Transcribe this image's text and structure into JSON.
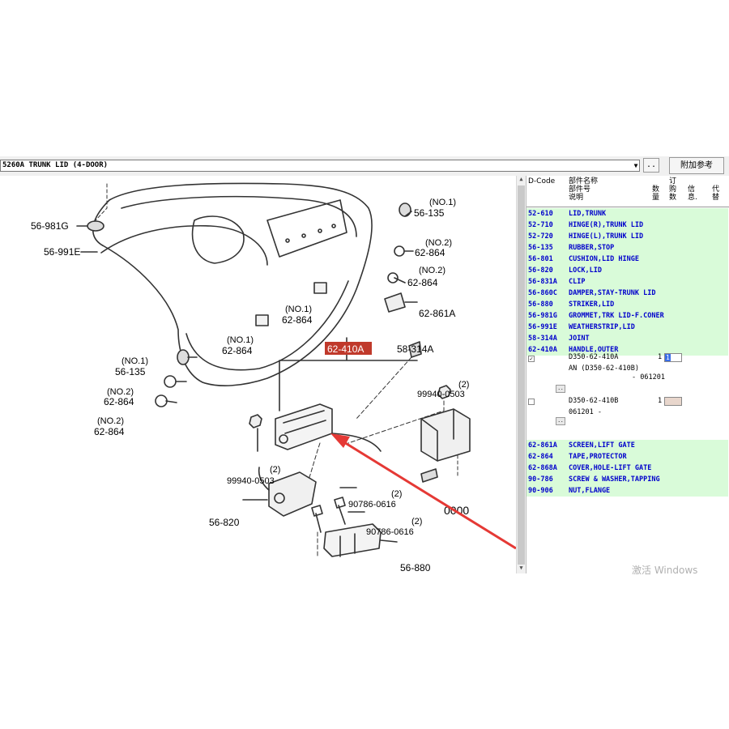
{
  "toolbar": {
    "title": "5260A  TRUNK LID (4-DOOR)",
    "ellipsis_label": "..",
    "ref_label": "附加参考"
  },
  "diagram": {
    "callouts": {
      "c56981g": "56-981G",
      "c56991e": "56-991E",
      "no1_a": "(NO.1)",
      "c56135_a": "56-135",
      "no2_a": "(NO.2)",
      "c62864_a": "62-864",
      "no2_b": "(NO.2)",
      "c62864_b": "62-864",
      "c62861a": "62-861A",
      "no1_b": "(NO.1)",
      "c62864_c": "62-864",
      "no1_c": "(NO.1)",
      "c62864_d": "62-864",
      "c62410a": "62-410A",
      "c58314a": "58-314A",
      "no1_d": "(NO.1)",
      "c56135_b": "56-135",
      "no2_c": "(NO.2)",
      "c62864_e": "62-864",
      "no2_d": "(NO.2)",
      "c62864_f": "62-864",
      "n2_a": "(2)",
      "c99940_a": "99940-0503",
      "n2_b": "(2)",
      "c99940_b": "99940-0503",
      "n2_c": "(2)",
      "c90786_a": "90786-0616",
      "n2_d": "(2)",
      "c90786_b": "90786-0616",
      "c56820": "56-820",
      "c56880": "56-880",
      "c0000": "0000"
    }
  },
  "table": {
    "headers": {
      "dcode": "D-Code",
      "name": "部件名称\n部件号\n说明",
      "qty": "数\n量",
      "order": "订\n购\n数",
      "info": "信\n息.",
      "sub": "代\n替"
    },
    "rows_top": [
      {
        "code": "52-610",
        "name": "LID,TRUNK"
      },
      {
        "code": "52-710",
        "name": "HINGE(R),TRUNK LID"
      },
      {
        "code": "52-720",
        "name": "HINGE(L),TRUNK LID"
      },
      {
        "code": "56-135",
        "name": "RUBBER,STOP"
      },
      {
        "code": "56-801",
        "name": "CUSHION,LID HINGE"
      },
      {
        "code": "56-820",
        "name": "LOCK,LID"
      },
      {
        "code": "56-831A",
        "name": "CLIP"
      },
      {
        "code": "56-860C",
        "name": "DAMPER,STAY-TRUNK LID"
      },
      {
        "code": "56-880",
        "name": "STRIKER,LID"
      },
      {
        "code": "56-981G",
        "name": "GROMMET,TRK LID-F.CONER"
      },
      {
        "code": "56-991E",
        "name": "WEATHERSTRIP,LID"
      },
      {
        "code": "58-314A",
        "name": "JOINT"
      },
      {
        "code": "62-410A",
        "name": "HANDLE,OUTER"
      }
    ],
    "detail": {
      "part1": "D350-62-410A",
      "qty1": "1",
      "input1": "1",
      "note1a": "AN  (D350-62-410B)",
      "note1b": "-  061201",
      "btn": "..",
      "part2": "D350-62-410B",
      "qty2": "1",
      "note2": "061201   -",
      "check_mark": "✓"
    },
    "rows_bottom": [
      {
        "code": "62-861A",
        "name": "SCREEN,LIFT GATE"
      },
      {
        "code": "62-864",
        "name": "TAPE,PROTECTOR"
      },
      {
        "code": "62-868A",
        "name": "COVER,HOLE-LIFT GATE"
      },
      {
        "code": "90-786",
        "name": "SCREW & WASHER,TAPPING"
      },
      {
        "code": "90-906",
        "name": "NUT,FLANGE"
      }
    ]
  },
  "watermark": "激活 Windows",
  "colors": {
    "row_green": "#d9fbd9",
    "code_blue": "#0000cc",
    "highlight_red": "#c0392b",
    "arrow_red": "#e53935"
  }
}
